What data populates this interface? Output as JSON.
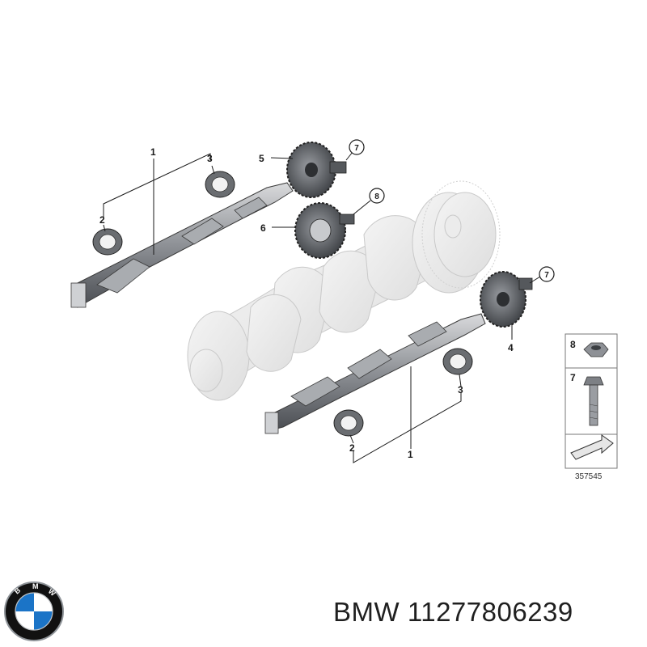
{
  "diagram": {
    "callouts": [
      "1",
      "3",
      "2",
      "5",
      "6",
      "1",
      "3",
      "2",
      "4"
    ],
    "circled_callouts": [
      "7",
      "8",
      "7"
    ],
    "legend": {
      "items": [
        {
          "number": "8",
          "icon": "nut-icon"
        },
        {
          "number": "7",
          "icon": "bolt-icon"
        }
      ],
      "reference": "357545"
    }
  },
  "brand": {
    "logo_letters": "BMW",
    "caption": "BMW 11277806239",
    "colors": {
      "blue": "#1b74c7",
      "black": "#111111",
      "silver": "#bfc3c7"
    }
  }
}
